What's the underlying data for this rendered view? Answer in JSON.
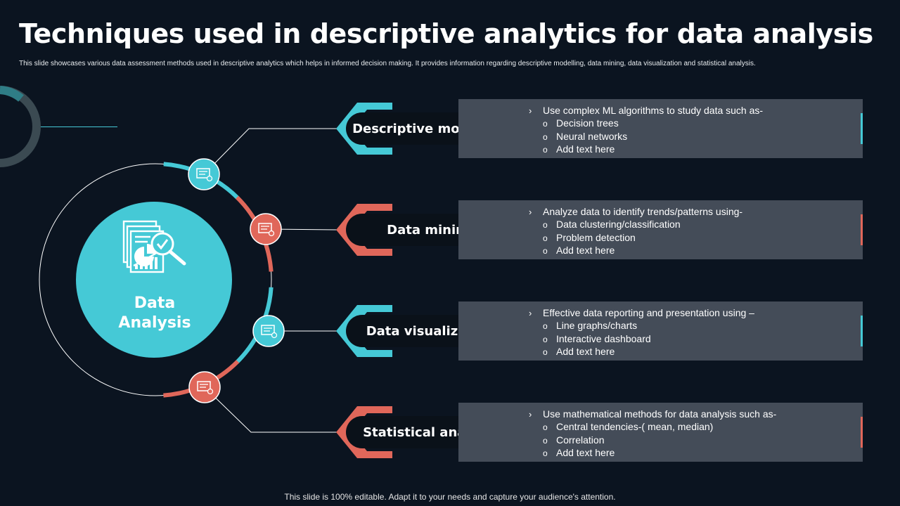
{
  "title": "Techniques used in descriptive analytics for data analysis",
  "subtitle": "This slide showcases various data assessment methods used in  descriptive analytics which helps in informed decision making.  It provides information regarding descriptive modelling,  data mining,  data visualization and statistical analysis.",
  "center": {
    "line1": "Data",
    "line2": "Analysis",
    "icon": "report-magnifier-icon"
  },
  "colors": {
    "teal": "#45c9d6",
    "coral": "#e0675a",
    "background": "#0b1420",
    "panel": "#444c58"
  },
  "techniques": [
    {
      "label": "Descriptive modelling",
      "accent": "teal",
      "icon": "dashboard-gear-icon",
      "lead": "Use complex ML algorithms to study data such as-",
      "items": [
        "Decision trees",
        "Neural networks",
        "Add text here"
      ]
    },
    {
      "label": "Data mining",
      "accent": "coral",
      "icon": "checklist-pickaxe-icon",
      "lead": "Analyze data to identify trends/patterns using-",
      "items": [
        "Data clustering/classification",
        "Problem detection",
        "Add text here"
      ]
    },
    {
      "label": "Data visualization",
      "accent": "teal",
      "icon": "presentation-board-icon",
      "lead": "Effective data reporting and presentation using –",
      "items": [
        "Line graphs/charts",
        "Interactive dashboard",
        "Add text here"
      ]
    },
    {
      "label": "Statistical analysis",
      "accent": "coral",
      "icon": "statistics-document-icon",
      "lead": "Use mathematical methods for data analysis such as-",
      "items": [
        "Central tendencies-( mean, median)",
        "Correlation",
        "Add text here"
      ]
    }
  ],
  "bullets": {
    "lead": "›",
    "item": "o"
  },
  "footer": "This slide is 100% editable. Adapt it to your needs and capture your audience's attention."
}
